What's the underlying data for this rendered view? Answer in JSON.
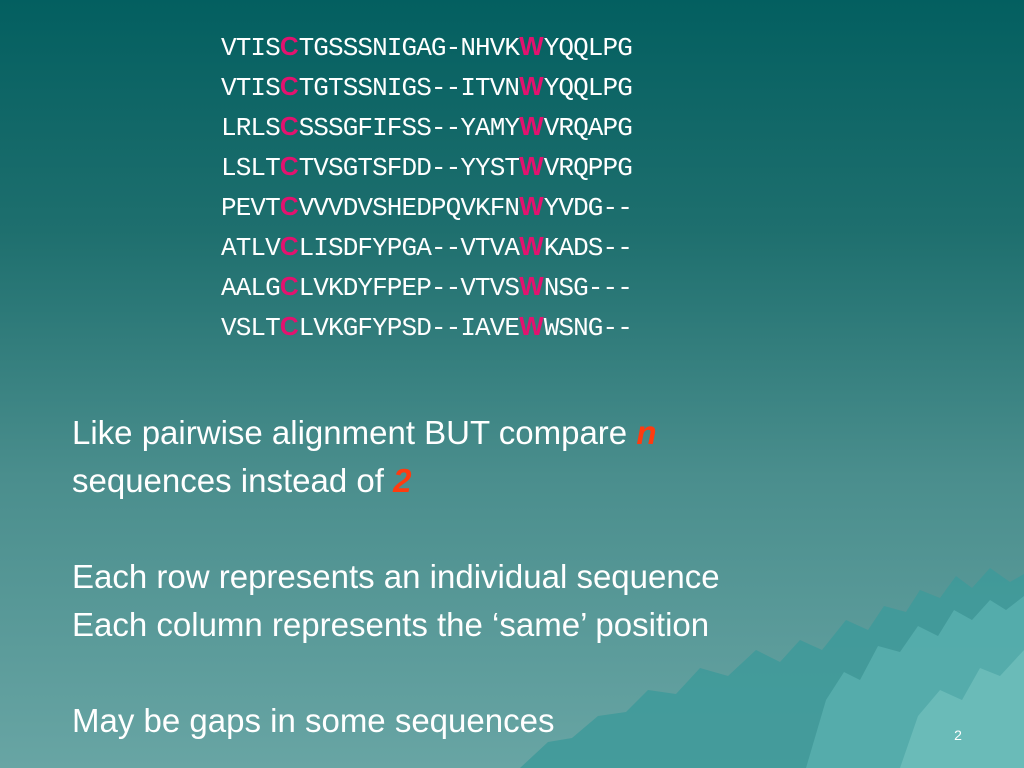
{
  "slide": {
    "alignment_rows": [
      {
        "a": "VTIS",
        "c": "C",
        "b": "TGSSSNIGAG-NHVK",
        "w": "W",
        "d": "YQQLPG"
      },
      {
        "a": "VTIS",
        "c": "C",
        "b": "TGTSSNIGS--ITVN",
        "w": "W",
        "d": "YQQLPG"
      },
      {
        "a": "LRLS",
        "c": "C",
        "b": "SSSGFIFSS--YAMY",
        "w": "W",
        "d": "VRQAPG"
      },
      {
        "a": "LSLT",
        "c": "C",
        "b": "TVSGTSFDD--YYST",
        "w": "W",
        "d": "VRQPPG"
      },
      {
        "a": "PEVT",
        "c": "C",
        "b": "VVVDVSHEDPQVKFN",
        "w": "W",
        "d": "YVDG--"
      },
      {
        "a": "ATLV",
        "c": "C",
        "b": "LISDFYPGA--VTVA",
        "w": "W",
        "d": "KADS--"
      },
      {
        "a": "AALG",
        "c": "C",
        "b": "LVKDYFPEP--VTVS",
        "w": "W",
        "d": "NSG---"
      },
      {
        "a": "VSLT",
        "c": "C",
        "b": "LVKGFYPSD--IAVE",
        "w": "W",
        "d": "WSNG--"
      }
    ],
    "text": {
      "line1_prefix": "Like pairwise alignment BUT compare ",
      "line1_emph": "n",
      "line2_prefix": "sequences instead of ",
      "line2_emph": "2",
      "line3": "Each row represents an individual sequence",
      "line4": "Each column represents the ‘same’ position",
      "line5": "May be gaps in some sequences"
    },
    "page_number": "2"
  },
  "colors": {
    "highlight": "#e3126f",
    "emphasis": "#ff3b0f",
    "text": "#ffffff"
  }
}
